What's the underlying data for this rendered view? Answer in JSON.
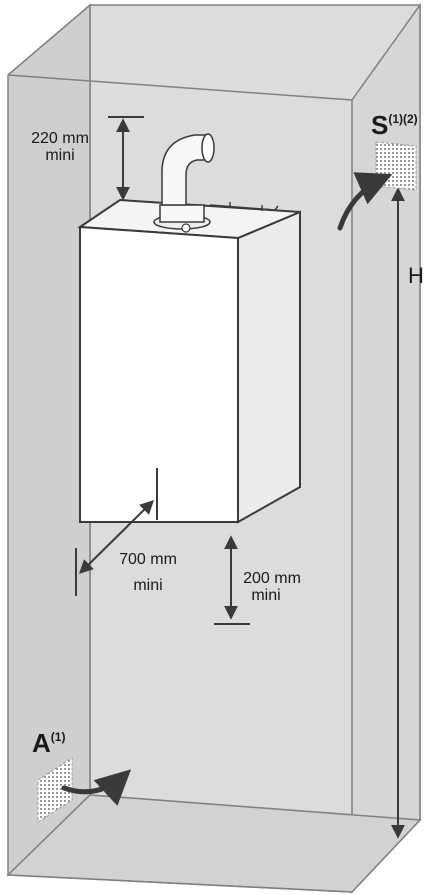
{
  "clearances": {
    "top_value": "220 mm",
    "top_note": "mini",
    "front_value": "700 mm",
    "front_note": "mini",
    "bottom_value": "200 mm",
    "bottom_note": "mini"
  },
  "vents": {
    "inlet_letter": "A",
    "inlet_note": "(1)",
    "outlet_letter": "S",
    "outlet_note": "(1)(2)"
  },
  "height_label": "H",
  "colors": {
    "enclosure_fill": "#d9d9d9",
    "enclosure_edge": "#808080",
    "appliance_fill": "#ffffff",
    "line": "#3a3a3a",
    "arrow": "#3a3a3a"
  }
}
